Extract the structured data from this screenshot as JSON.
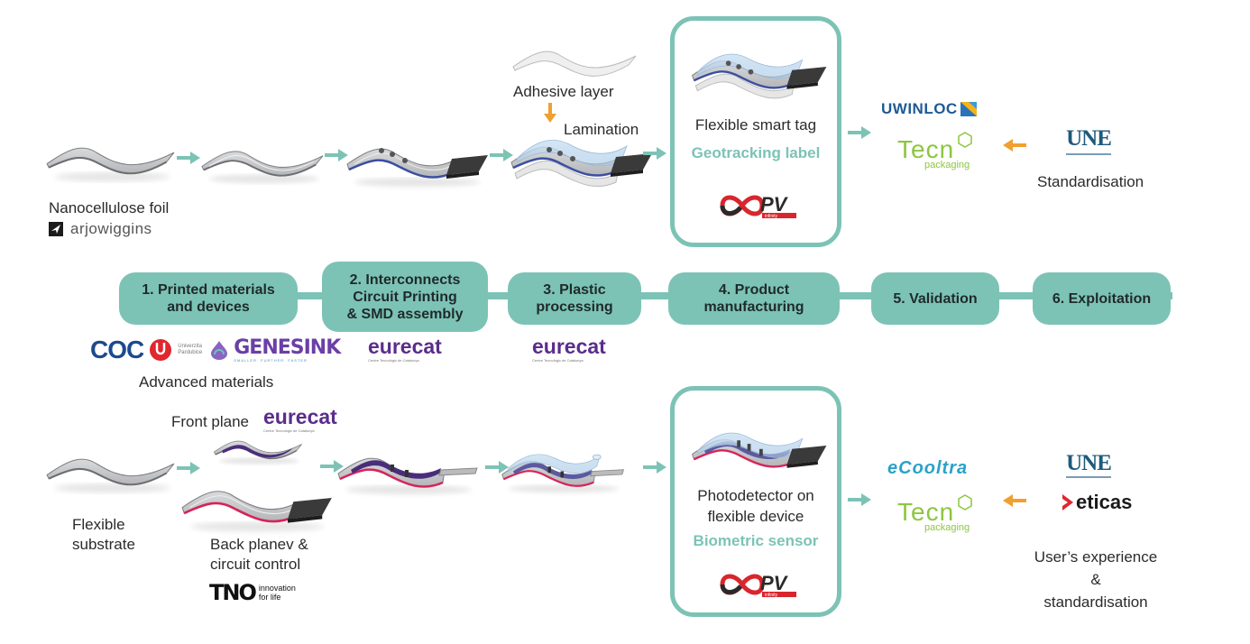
{
  "colors": {
    "teal": "#7cc3b6",
    "orange": "#f0a030",
    "foil_gray": "#c8c9cb",
    "circuit_blue": "#3b4fa0",
    "purple": "#4a2d7a",
    "pink": "#d6245a"
  },
  "top_row": {
    "foil_label": "Nanocellulose foil",
    "foil_partner": "arjowiggins",
    "adhesive_label": "Adhesive layer",
    "lamination_label": "Lamination",
    "product_box": {
      "title": "Flexible smart tag",
      "subtitle": "Geotracking label",
      "partner": "CPV"
    },
    "exploitation_partners": [
      "UWINLOC",
      "Tecn",
      "packaging"
    ],
    "standardisation_partner": "UNE",
    "standardisation_label": "Standardisation"
  },
  "stages": [
    {
      "label": "1. Printed materials\nand devices"
    },
    {
      "label": "2. Interconnects\nCircuit Printing\n& SMD assembly"
    },
    {
      "label": "3. Plastic\nprocessing"
    },
    {
      "label": "4. Product\nmanufacturing"
    },
    {
      "label": "5. Validation"
    },
    {
      "label": "6. Exploitation"
    }
  ],
  "stage_partners": {
    "stage1": [
      "COC",
      "Univerzita Pardubice",
      "GENESINK",
      "SMALLER. FURTHER. FASTER"
    ],
    "stage1_caption": "Advanced materials",
    "stage2": [
      "eurecat",
      "Centre Tecnològic de Catalunya"
    ],
    "stage3": [
      "eurecat",
      "Centre Tecnològic de Catalunya"
    ]
  },
  "bottom_row": {
    "front_plane_label": "Front plane",
    "front_plane_partner": "eurecat",
    "front_plane_partner_sub": "Centre Tecnològic de Catalunya",
    "substrate_label": "Flexible\nsubstrate",
    "back_plane_label": "Back planev &\ncircuit control",
    "back_plane_partner": "TNO",
    "back_plane_partner_tag": "innovation\nfor life",
    "product_box": {
      "title": "Photodetector on\nflexible device",
      "subtitle": "Biometric sensor",
      "partner": "CPV"
    },
    "exploitation_partners": [
      "eCooltra",
      "Tecn",
      "packaging"
    ],
    "ux_partners": [
      "UNE",
      "eticas"
    ],
    "ux_label": "User’s experience\n&\nstandardisation"
  },
  "cpv_sub": "infinity"
}
